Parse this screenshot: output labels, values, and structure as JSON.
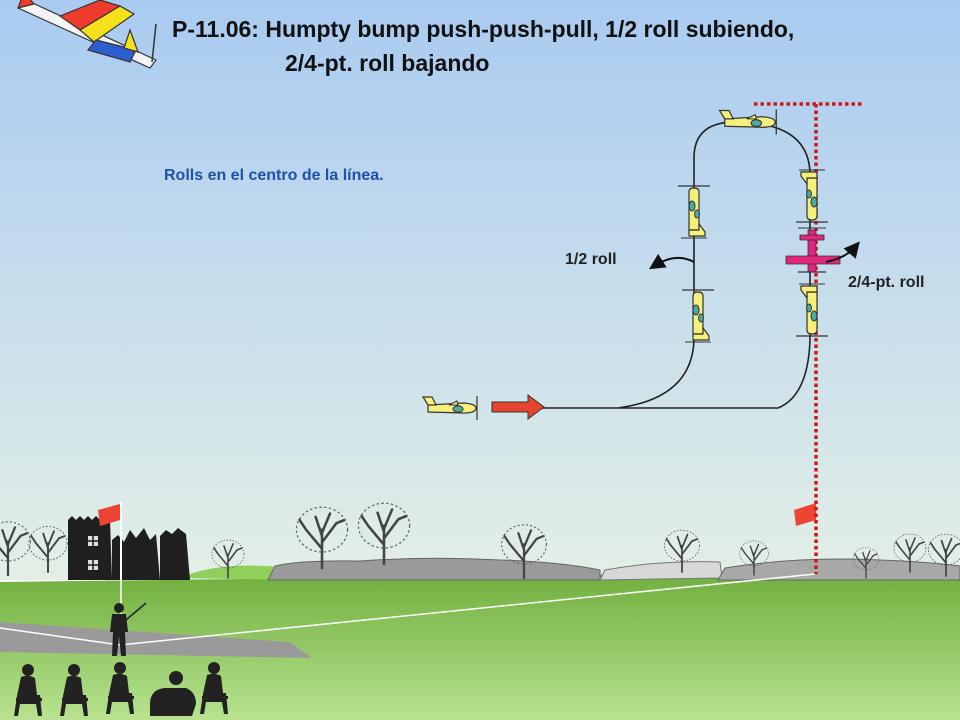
{
  "title": {
    "line1": "P-11.06: Humpty bump push-push-pull, 1/2 roll subiendo,",
    "line2": "2/4-pt. roll bajando"
  },
  "note": "Rolls en el centro de la línea.",
  "labels": {
    "half_roll": "1/2 roll",
    "quarter_roll": "2/4-pt. roll"
  },
  "colors": {
    "sky": "#a9cbf1",
    "grass": "#86c25a",
    "plane_body": "#f6f07a",
    "plane_cockpit": "#4caaa0",
    "rolling_plane": "#e0257a",
    "entry_arrow": "#e8432c",
    "center_line": "#d01818",
    "flag": "#ee4433"
  }
}
